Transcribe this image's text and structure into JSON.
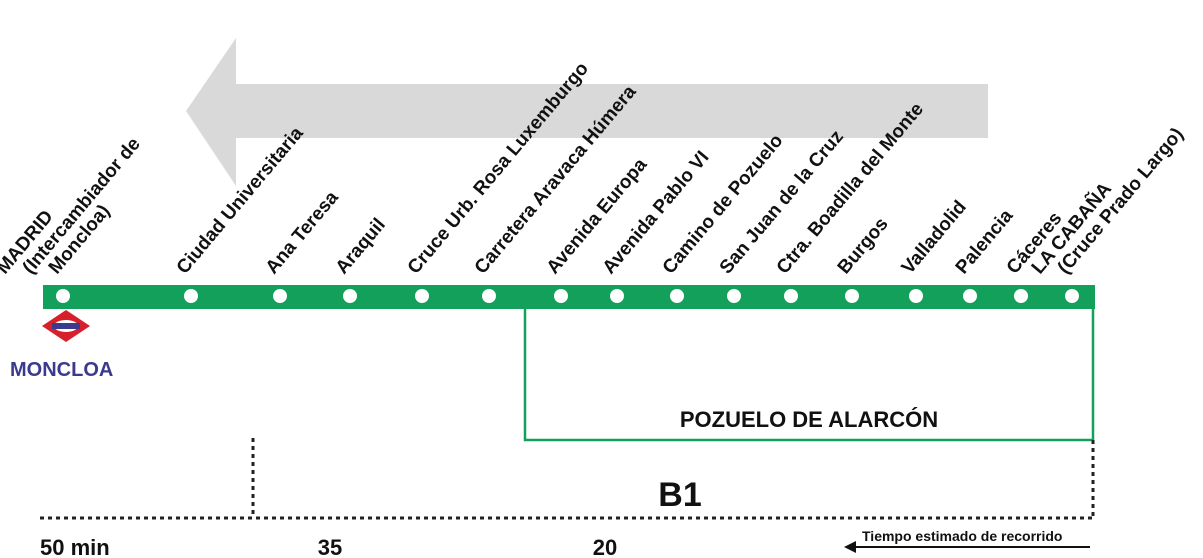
{
  "direction": {
    "arrow": "westbound",
    "color": "#d9d9d9"
  },
  "line": {
    "color": "#13a05a",
    "code": "B1"
  },
  "stops": [
    {
      "lines": [
        "MADRID",
        "(Intercambiador de",
        "Moncloa)"
      ]
    },
    {
      "lines": [
        "Ciudad Universitaria"
      ]
    },
    {
      "lines": [
        "Ana Teresa"
      ]
    },
    {
      "lines": [
        "Araquil"
      ]
    },
    {
      "lines": [
        "Cruce Urb. Rosa Luxemburgo"
      ]
    },
    {
      "lines": [
        "Carretera Aravaca Húmera"
      ]
    },
    {
      "lines": [
        "Avenida Europa"
      ]
    },
    {
      "lines": [
        "Avenida Pablo VI"
      ]
    },
    {
      "lines": [
        "Camino de Pozuelo"
      ]
    },
    {
      "lines": [
        "San Juan de la Cruz"
      ]
    },
    {
      "lines": [
        "Ctra. Boadilla del Monte"
      ]
    },
    {
      "lines": [
        "Burgos"
      ]
    },
    {
      "lines": [
        "Valladolid"
      ]
    },
    {
      "lines": [
        "Palencia"
      ]
    },
    {
      "lines": [
        "Cáceres"
      ]
    },
    {
      "lines": [
        "LA CABAÑA",
        "(Cruce Prado Largo)"
      ]
    }
  ],
  "metro": {
    "label": "MONCLOA",
    "logo_color": "#d6202c",
    "text_color": "#3b3a8c"
  },
  "zone": {
    "label": "POZUELO DE ALARCÓN"
  },
  "times": {
    "t1": "50 min",
    "t2": "35",
    "t3": "20"
  },
  "legend": {
    "label": "Tiempo estimado de recorrido"
  }
}
